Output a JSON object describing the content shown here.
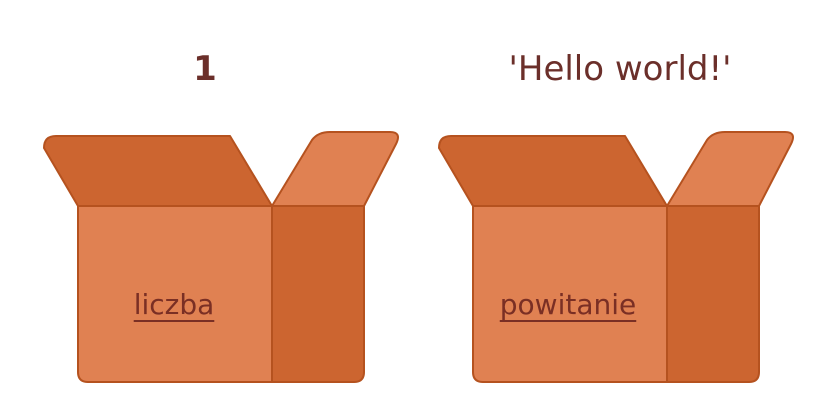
{
  "variables": [
    {
      "value": "1",
      "name": "liczba"
    },
    {
      "value": "'Hello world!'",
      "name": "powitanie"
    }
  ],
  "colors": {
    "box_front": "#e08152",
    "box_dark": "#cc6530",
    "box_outline": "#b5521f",
    "text": "#6b2f2a"
  }
}
